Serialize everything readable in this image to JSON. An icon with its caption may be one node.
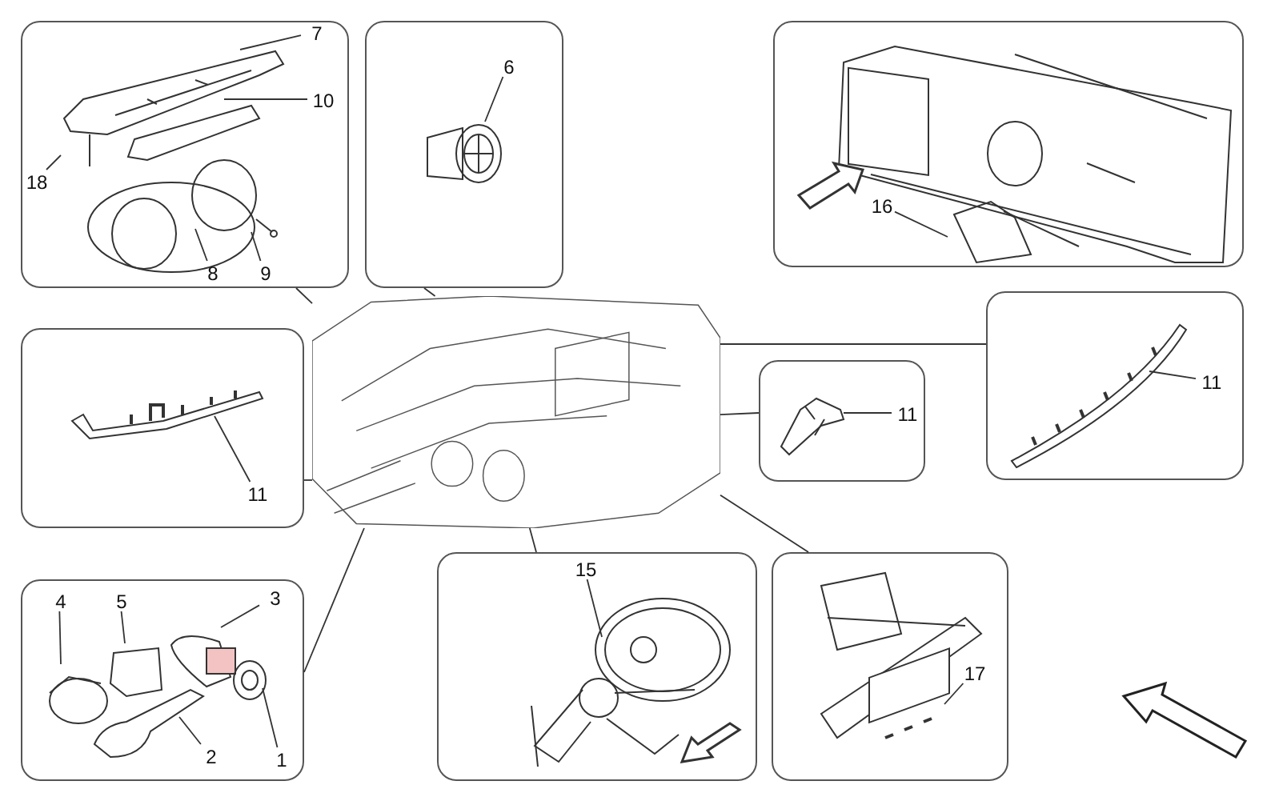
{
  "diagram": {
    "nodes": [
      {
        "text": [],
        "shape": "box"
      },
      {
        "text": [
          "7"
        ],
        "in": 0
      },
      {
        "text": [
          "10"
        ],
        "in": 0
      },
      {
        "text": [
          "18"
        ],
        "in": 0
      },
      {
        "text": [
          "8"
        ],
        "in": 0
      },
      {
        "text": [
          "9"
        ],
        "in": 0
      },
      {
        "text": [],
        "shape": "box"
      },
      {
        "text": [
          "6"
        ],
        "in": 6
      },
      {
        "text": [],
        "shape": "box"
      },
      {
        "text": [
          "16"
        ],
        "in": 8
      },
      {
        "text": [],
        "shape": "box"
      },
      {
        "text": [
          "11"
        ],
        "in": 10
      },
      {
        "text": [],
        "shape": "box"
      },
      {
        "text": [
          "11"
        ],
        "in": 12
      },
      {
        "text": [],
        "shape": "box"
      },
      {
        "text": [
          "11"
        ],
        "in": 14
      },
      {
        "text": [],
        "shape": "box"
      },
      {
        "text": [
          "4"
        ],
        "in": 16
      },
      {
        "text": [
          "5"
        ],
        "in": 16
      },
      {
        "text": [
          "3"
        ],
        "in": 16
      },
      {
        "text": [
          "2"
        ],
        "in": 16
      },
      {
        "text": [
          "1"
        ],
        "in": 16
      },
      {
        "text": [],
        "shape": "box"
      },
      {
        "text": [
          "15"
        ],
        "in": 22
      },
      {
        "text": [],
        "shape": "box"
      },
      {
        "text": [
          "17"
        ],
        "in": 24
      },
      {
        "text": [],
        "shape": "picture"
      }
    ],
    "edges": [
      {
        "from": 1,
        "to": null,
        "arrow": "none"
      },
      {
        "from": 2,
        "to": null,
        "arrow": "none"
      },
      {
        "from": 3,
        "to": null,
        "arrow": "none"
      },
      {
        "from": 4,
        "to": null,
        "arrow": "none"
      },
      {
        "from": 5,
        "to": null,
        "arrow": "none"
      },
      {
        "from": 7,
        "to": null,
        "arrow": "none"
      },
      {
        "from": 9,
        "to": null,
        "arrow": "none"
      },
      {
        "from": 11,
        "to": null,
        "arrow": "none"
      },
      {
        "from": 13,
        "to": null,
        "arrow": "none"
      },
      {
        "from": 15,
        "to": null,
        "arrow": "none"
      },
      {
        "from": 17,
        "to": null,
        "arrow": "none"
      },
      {
        "from": 18,
        "to": null,
        "arrow": "none"
      },
      {
        "from": 19,
        "to": null,
        "arrow": "none"
      },
      {
        "from": 20,
        "to": null,
        "arrow": "none"
      },
      {
        "from": 21,
        "to": null,
        "arrow": "none"
      },
      {
        "from": 23,
        "to": null,
        "arrow": "none"
      },
      {
        "from": 25,
        "to": null,
        "arrow": "none"
      },
      {
        "from": 0,
        "to": 26,
        "arrow": "none"
      },
      {
        "from": 6,
        "to": 26,
        "arrow": "none"
      },
      {
        "from": 10,
        "to": 26,
        "arrow": "none"
      },
      {
        "from": 12,
        "to": 26,
        "arrow": "none"
      },
      {
        "from": 14,
        "to": 26,
        "arrow": "none"
      },
      {
        "from": 16,
        "to": 26,
        "arrow": "none"
      },
      {
        "from": 22,
        "to": 26,
        "arrow": "none"
      },
      {
        "from": 24,
        "to": 26,
        "arrow": "none"
      }
    ]
  }
}
